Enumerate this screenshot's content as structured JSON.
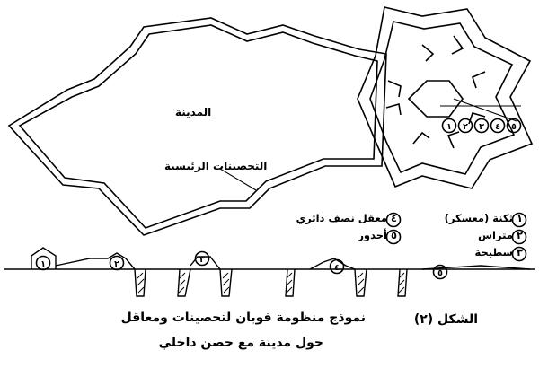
{
  "labels": {
    "city": "المدينة",
    "main_walls": "التحصينات الرئيسية"
  },
  "legend": [
    {
      "num": "١",
      "text": "١ ثكنة (معسكر)"
    },
    {
      "num": "٢",
      "text": "٢ متراس"
    },
    {
      "num": "٣",
      "text": "٣ سطيحة"
    },
    {
      "num": "٤",
      "text": "٤ معقل نصف دائري"
    },
    {
      "num": "٥",
      "text": "٥ أحدور"
    }
  ],
  "figure": {
    "label": "الشكل (٢)",
    "caption_line1": "نموذج منظومة فوبان لتحصينات ومعاقل",
    "caption_line2": "حول مدينة مع حصن داخلي"
  }
}
